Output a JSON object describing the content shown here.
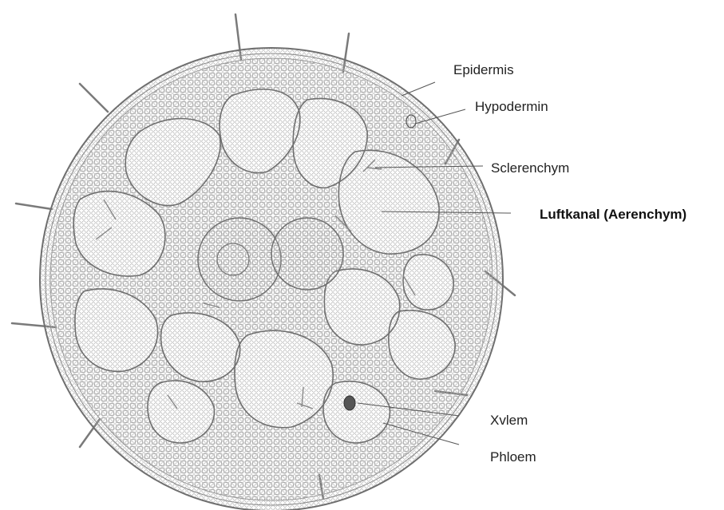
{
  "labels": {
    "epidermis": "Epidermis",
    "hypodermin": "Hypodermin",
    "sclerenchym": "Sclerenchym",
    "luftkanal": "Luftkanal (Aerenchym)",
    "xylem": "Xvlem",
    "phloem": "Phloem"
  },
  "colors": {
    "ink": "#6f6f6f",
    "ink_light": "#b0b0b0",
    "spine": "#7a7a7a",
    "leader": "#555555"
  }
}
